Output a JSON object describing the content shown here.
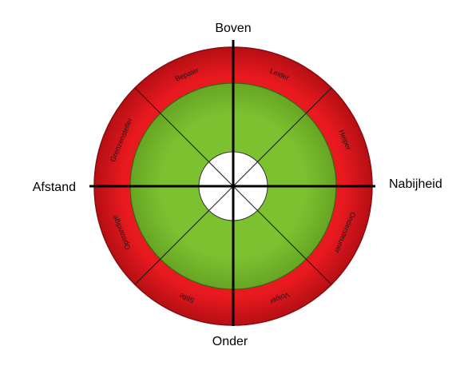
{
  "axes": {
    "top": "Boven",
    "bottom": "Onder",
    "left": "Afstand",
    "right": "Nabijheid"
  },
  "sectors": [
    {
      "label": "Leider"
    },
    {
      "label": "Helper"
    },
    {
      "label": "Ondersteuner"
    },
    {
      "label": "Volger"
    },
    {
      "label": "Stille"
    },
    {
      "label": "Opstandige"
    },
    {
      "label": "Grenzensteller"
    },
    {
      "label": "Bepaler"
    }
  ],
  "colors": {
    "outer_ring": "#e8191f",
    "outer_ring_edge": "#8a0b0e",
    "inner_disc": "#7cc130",
    "inner_disc_edge": "#3b6315",
    "center": "#ffffff",
    "lines": "#000000"
  }
}
